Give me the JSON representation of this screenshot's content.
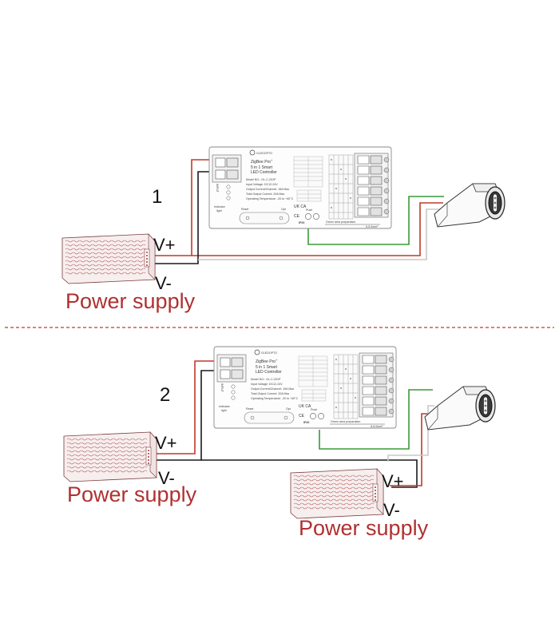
{
  "diagrams": [
    {
      "number": "1",
      "power_supplies": [
        {
          "v_plus": "V+",
          "v_minus": "V-",
          "label": "Power supply"
        }
      ]
    },
    {
      "number": "2",
      "power_supplies": [
        {
          "v_plus": "V+",
          "v_minus": "V-",
          "label": "Power supply"
        },
        {
          "v_plus": "V+",
          "v_minus": "V-",
          "label": "Power supply"
        }
      ]
    }
  ],
  "controller": {
    "brand": "GLEDOPTO",
    "product": "ZigBee Pro",
    "product_sup": "+",
    "subtitle_1": "5 in 1 Smart",
    "subtitle_2": "LED Controller",
    "model": "Model NO.: GL-C-201P",
    "input_voltage": "Input Voltage: DC12-24V",
    "output_current": "Output Current/Channel: 15A Max",
    "total_output": "Total Output Current: 20A Max",
    "operating_temp": "Operating Temperature: -20 to +40°C",
    "input_label": "INPUT",
    "indicator_label_1": "Indicator",
    "indicator_label_2": "light",
    "reset_label": "Reset",
    "opt_label": "Opt",
    "push_label": "Push",
    "ip_label": "IP20",
    "mark_ukca": "UK CA",
    "mark_ce": "CE",
    "strip_note": "Green area preparation",
    "strip_dim": "5-5.0mm²"
  },
  "colors": {
    "wire_red": "#c0392b",
    "wire_black": "#1a1a1a",
    "wire_green": "#3a9a3a",
    "wire_gray": "#c8c8c8",
    "label_red": "#b03030",
    "divider": "#c0392b"
  }
}
